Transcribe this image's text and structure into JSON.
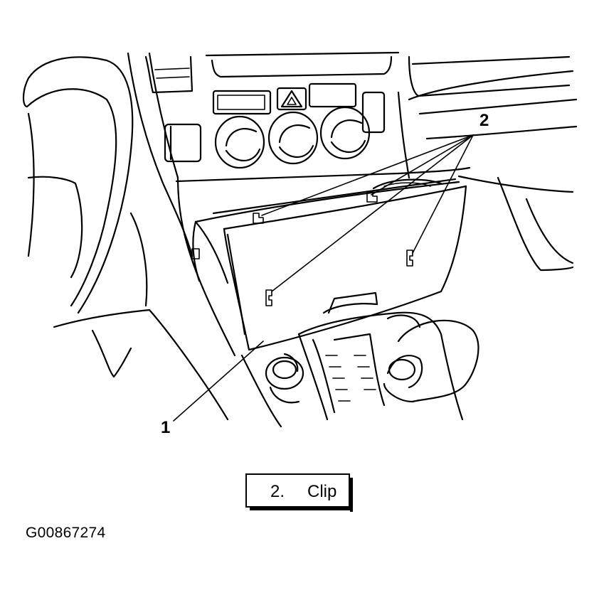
{
  "callouts": {
    "part_1": "1",
    "part_2": "2"
  },
  "legend": {
    "number": "2.",
    "text": "Clip"
  },
  "figure_id": "G00867274",
  "icons": [
    "hazard-triangle-icon",
    "clip-icon"
  ]
}
